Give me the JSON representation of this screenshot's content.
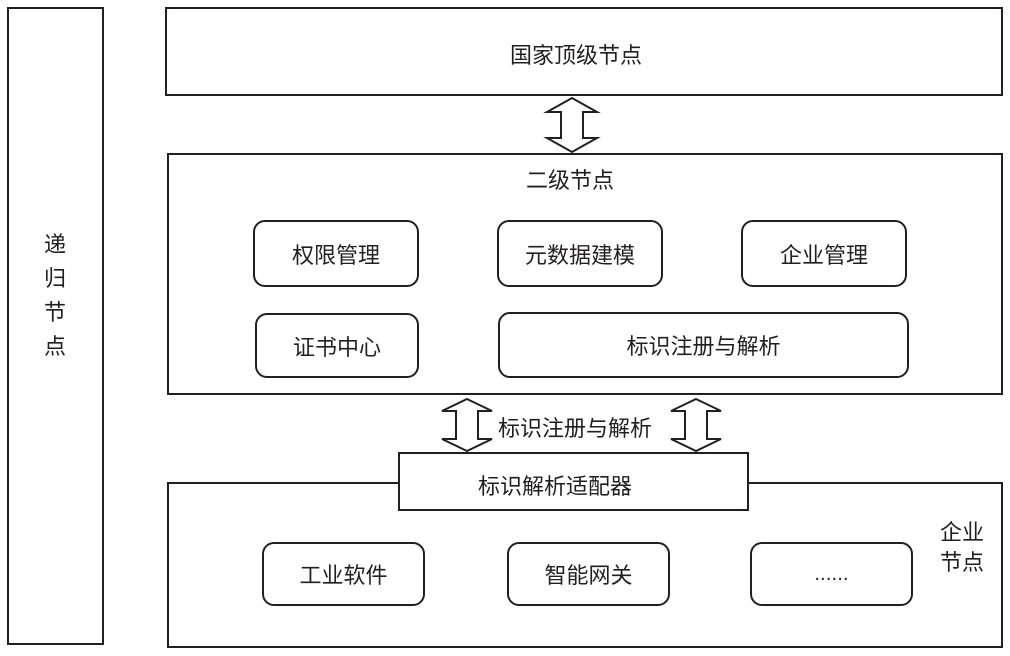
{
  "recursive_node": {
    "chars": [
      "递",
      "归",
      "节",
      "点"
    ]
  },
  "top_node": {
    "label": "国家顶级节点"
  },
  "second_level": {
    "label": "二级节点",
    "modules": {
      "permission": "权限管理",
      "metadata": "元数据建模",
      "enterprise_mgmt": "企业管理",
      "certificate": "证书中心",
      "registration": "标识注册与解析"
    }
  },
  "link_label": "标识注册与解析",
  "adapter": {
    "label": "标识解析适配器"
  },
  "enterprise_node": {
    "label_lines": [
      "企业",
      "节点"
    ],
    "modules": {
      "industrial_software": "工业软件",
      "smart_gateway": "智能网关",
      "more": "......"
    }
  }
}
